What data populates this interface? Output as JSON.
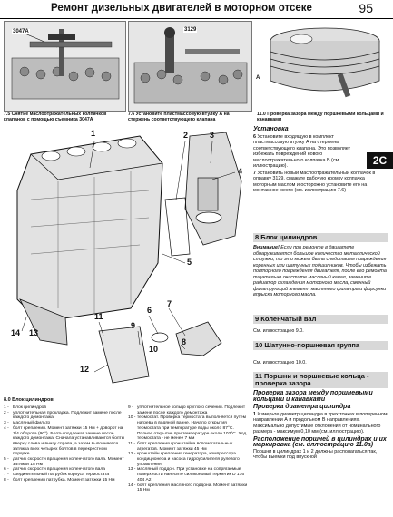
{
  "header": {
    "title": "Ремонт дизельных двигателей в моторном отсеке",
    "page_number": "95"
  },
  "fig75": {
    "label": "3047A",
    "caption": "7.5 Снятие маслоотражательных колпачков клапанов с помощью съемника 3047А"
  },
  "fig76": {
    "label": "3129",
    "caption": "7.6 Установите пластмассовую втулку А на стержень соответствующего клапана"
  },
  "fig110": {
    "caption": "11.0 Проверка зазора между поршневыми кольцами и канавками",
    "label_a": "A"
  },
  "tab": "2C",
  "right": {
    "install_title": "Установка",
    "p6_num": "6",
    "p6": "Установите входящую в комплект пластмассовую втулку А на стержень соответствующего клапана. Это позволяет избежать повреждений нового маслоотражательного колпачка В (см. иллюстрацию).",
    "p7_num": "7",
    "p7": "Установить новый маслоотражательный колпачок в оправку 3129, смажьте рабочую кромку колпачка моторным маслом и осторожно установите его на монтажное место (см. иллюстрацию 7.6)",
    "s8_title": "8  Блок цилиндров",
    "s8_warn_label": "Внимание!",
    "s8_warn": " Если при ремонте в двигателе обнаруживается большое количество металлической стружки, то это может быть следствием повреждения коренных или шатунных подшипников. Чтобы избежать повторного повреждения двигателя, после его ремонта тщательно очистите масляный канал, замените радиатор охлаждения моторного масла, сменный фильтрующий элемент масляного фильтра и форсунки впрыска моторного масла.",
    "s9_title": "9  Коленчатый вал",
    "s9_text": "См. иллюстрацию 9.0.",
    "s10_title": "10  Шатунно-поршневая группа",
    "s10_text": "См. иллюстрацию 10.0.",
    "s11_title": "11  Поршни и поршневые кольца - проверка зазора",
    "s11_sub1": "Проверка зазора между поршневыми кольцами и канавками",
    "s11_sub2": "Проверка диаметра цилиндра",
    "s11_p1_num": "1",
    "s11_p1": "Измерьте диаметр цилиндра в трех точках в поперечном направлении А и продольном В направлениях. Максимально допустимые отклонения от номинального размера - максимум 0,10 мм (см. иллюстрацию).",
    "s11_sub3": "Расположение поршней в цилиндрах и их маркировка (см. иллюстрацию 11.0а)",
    "s11_tail": "Поршни в цилиндрах 1 и 2 должны располагаться так, чтобы выемки под впускной"
  },
  "callouts": {
    "c1": "1",
    "c2": "2",
    "c3": "3",
    "c4": "4",
    "c5": "5",
    "c6": "6",
    "c7": "7",
    "c8": "8",
    "c9": "9",
    "c10": "10",
    "c11": "11",
    "c12": "12",
    "c13": "13",
    "c14": "14"
  },
  "legend": {
    "title": "8.0 Блок цилиндров",
    "left": [
      {
        "n": "1 -",
        "t": "Блок цилиндров"
      },
      {
        "n": "2 -",
        "t": "уплотнительная прокладка. Подлежит замене после каждого демонтажа"
      },
      {
        "n": "3 -",
        "t": "масляный фильтр"
      },
      {
        "n": "4 -",
        "t": "болт крепления. Момент затяжки 15 Нм + доворот на 1/4 оборота (90°). Болты подлежат замене после каждого демонтажа. Сначала устанавливаются болты"
      },
      {
        "n": "",
        "t": "вверху слева и внизу справа, а затем выполняется затяжка всех четырех болтов в перекрестном порядке."
      },
      {
        "n": "5 -",
        "t": "датчик скорости вращения коленчатого вала. Момент затяжки 15 Нм"
      },
      {
        "n": "6 -",
        "t": "датчик скорости вращения коленчатого вала"
      },
      {
        "n": "7 -",
        "t": "соединительный патрубок корпуса термостата"
      },
      {
        "n": "8 -",
        "t": "болт крепления патрубка. Момент затяжки 15 Нм"
      }
    ],
    "right": [
      {
        "n": "9 -",
        "t": "уплотнительное кольцо круглого сечения. Подлежит замене после каждого демонтажа"
      },
      {
        "n": "10 -",
        "t": "термостат. Проверка термостата выполняется путем нагрева в водяной ванне. Начало открытия термостата при температуре воды около 87°С. Полное открытие при температуре около 102°С. Ход термостата - не менее 7 мм"
      },
      {
        "n": "11 -",
        "t": "болт крепления кронштейна вспомогательных агрегатов. Момент затяжки 45 Нм"
      },
      {
        "n": "12 -",
        "t": "кронштейн крепления генератора, компрессора кондиционера и насоса гидроусилителя рулевого управления"
      },
      {
        "n": "13 -",
        "t": "масляный поддон. При установке на сопрягаемые поверхности нанесите силиконовый герметик D 176 404 А2"
      },
      {
        "n": "14 -",
        "t": "болт крепления масляного поддона. Момент затяжки 15 Нм"
      }
    ]
  }
}
